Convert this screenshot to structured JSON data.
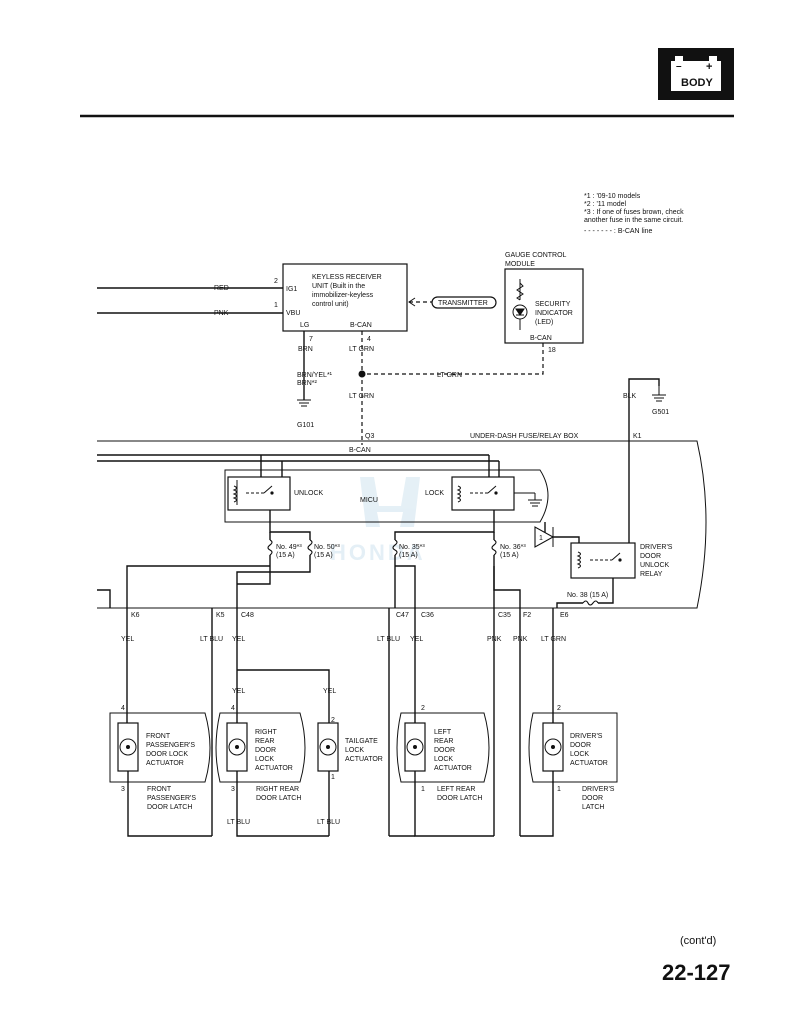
{
  "header": {
    "badge_label": "BODY",
    "battery_minus": "–",
    "battery_plus": "+"
  },
  "notes": [
    "*1 : '09-10 models",
    "*2 : '11 model",
    "*3 : If one of fuses brown, check",
    "another fuse in the same circuit.",
    "- - - - - - - : B-CAN line"
  ],
  "keyless": {
    "label_lines": [
      "KEYLESS RECEIVER",
      "UNIT (Built in the",
      "immobilizer-keyless",
      "control unit)"
    ],
    "pin_ig1_num": "2",
    "pin_ig1": "IG1",
    "pin_vbu_num": "1",
    "pin_vbu": "VBU",
    "pin_lg": "LG",
    "pin_bcan": "B-CAN",
    "pin_lg_num": "7",
    "pin_bcan_num": "4",
    "wire_red": "RED",
    "wire_pnk": "PNK",
    "wire_brn": "BRN",
    "wire_ltgrn": "LT GRN",
    "wire_brnyel": "BRN/YEL*¹",
    "wire_brn2": "BRN*²",
    "ground": "G101",
    "transmitter": "TRANSMITTER"
  },
  "gauge": {
    "title_lines": [
      "GAUGE CONTROL",
      "MODULE"
    ],
    "indicator_lines": [
      "SECURITY",
      "INDICATOR",
      "(LED)"
    ],
    "bcan": "B-CAN",
    "pin_num": "18",
    "wire": "LT GRN"
  },
  "ground_g501": {
    "wire": "BLK",
    "label": "G501"
  },
  "fusebox": {
    "title": "UNDER-DASH FUSE/RELAY BOX",
    "q3": "Q3",
    "k1": "K1",
    "bcan": "B-CAN",
    "ltgrn2": "LT GRN",
    "unlock": "UNLOCK",
    "lock": "LOCK",
    "micu": "MICU",
    "fuse49": "No. 49*³",
    "fuse49_amp": "(15 A)",
    "fuse50": "No. 50*³",
    "fuse50_amp": "(15 A)",
    "fuse35": "No. 35*³",
    "fuse35_amp": "(15 A)",
    "fuse36": "No. 36*³",
    "fuse36_amp": "(15 A)",
    "fuse38": "No. 38 (15 A)",
    "diode_num": "1",
    "relay_lines": [
      "DRIVER'S",
      "DOOR",
      "UNLOCK",
      "RELAY"
    ],
    "connectors": [
      "K6",
      "K5",
      "C48",
      "C47",
      "C36",
      "C35",
      "F2",
      "E6"
    ]
  },
  "wires": {
    "yel": "YEL",
    "ltblu": "LT BLU",
    "pnk": "PNK",
    "ltgrn": "LT GRN"
  },
  "actuators": {
    "front_pass": {
      "pin_top": "4",
      "pin_bot": "3",
      "lines": [
        "FRONT",
        "PASSENGER'S",
        "DOOR LOCK",
        "ACTUATOR"
      ],
      "latch": [
        "FRONT",
        "PASSENGER'S",
        "DOOR LATCH"
      ]
    },
    "right_rear": {
      "pin_top": "4",
      "pin_bot": "3",
      "lines": [
        "RIGHT",
        "REAR",
        "DOOR",
        "LOCK",
        "ACTUATOR"
      ],
      "latch": [
        "RIGHT REAR",
        "DOOR LATCH"
      ]
    },
    "tailgate": {
      "pin_top": "2",
      "pin_bot": "1",
      "lines": [
        "TAILGATE",
        "LOCK",
        "ACTUATOR"
      ]
    },
    "left_rear": {
      "pin_top": "2",
      "pin_bot": "1",
      "lines": [
        "LEFT",
        "REAR",
        "DOOR",
        "LOCK",
        "ACTUATOR"
      ],
      "latch": [
        "LEFT REAR",
        "DOOR LATCH"
      ]
    },
    "driver": {
      "pin_top": "2",
      "pin_bot": "1",
      "lines": [
        "DRIVER'S",
        "DOOR",
        "LOCK",
        "ACTUATOR"
      ],
      "latch": [
        "DRIVER'S",
        "DOOR",
        "LATCH"
      ]
    }
  },
  "footer": {
    "contd": "(cont'd)",
    "page": "22-127"
  }
}
